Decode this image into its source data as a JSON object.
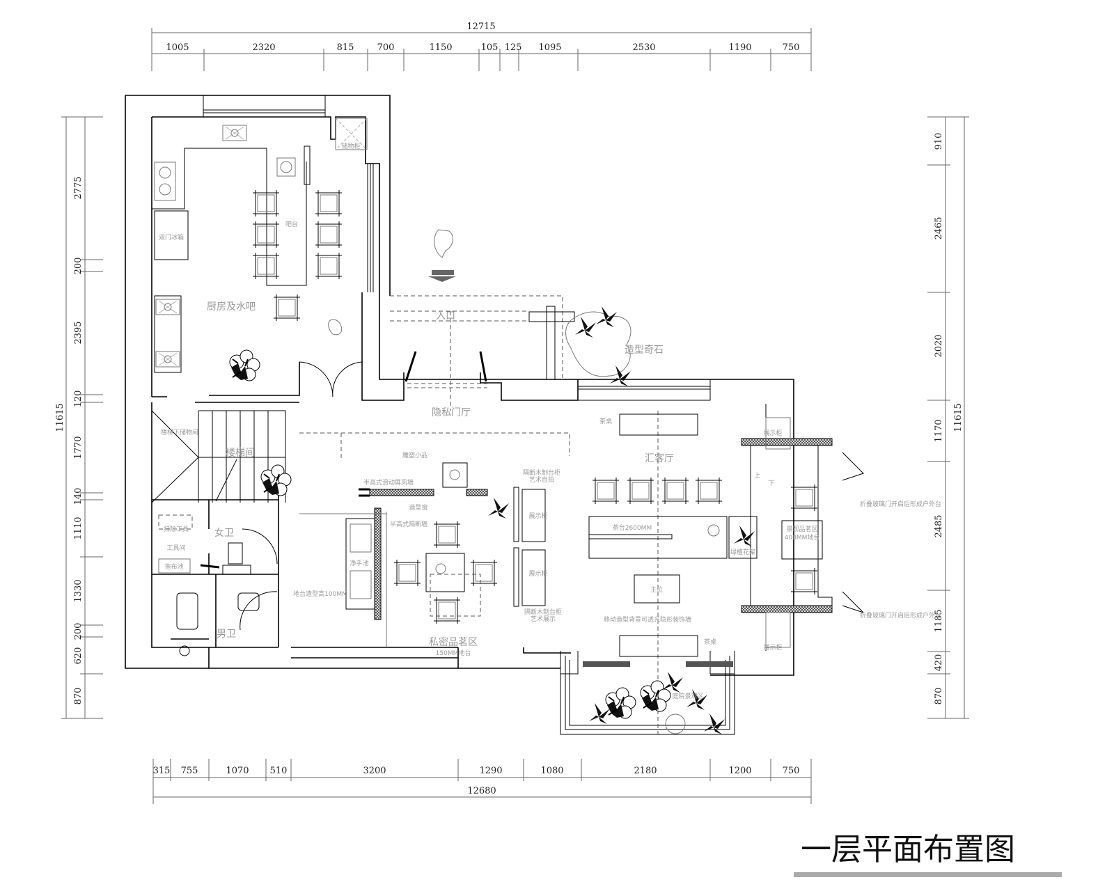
{
  "title": "一层平面布置图",
  "dimensions": {
    "top_total": "12715",
    "top_segments": [
      "1005",
      "2320",
      "815",
      "700",
      "1150",
      "105",
      "125",
      "1095",
      "2530",
      "1190",
      "750"
    ],
    "bottom_total": "12680",
    "bottom_segments": [
      "315",
      "755",
      "1070",
      "510",
      "3200",
      "1290",
      "1080",
      "2180",
      "1200",
      "750"
    ],
    "left_total": "11615",
    "left_segments": [
      "2775",
      "200",
      "2395",
      "120",
      "1770",
      "140",
      "1110",
      "1330",
      "200",
      "620",
      "870"
    ],
    "right_total": "11615",
    "right_segments": [
      "910",
      "2465",
      "2020",
      "1170",
      "2485",
      "1185",
      "420",
      "870"
    ]
  },
  "rooms": {
    "kitchen": "厨房及水吧",
    "bar": "吧台",
    "fridge": "双门冰箱",
    "storage": "储物柜",
    "entrance": "入口",
    "foyer": "隐私门厅",
    "rock": "造型奇石",
    "stair": "楼梯间",
    "under_stair": "楼梯下储物间",
    "sculpture": "雕塑小品",
    "sliding_screen": "半高式滑动屏风墙",
    "window": "造型窗",
    "half_wall": "半高式隔断墙",
    "wash": "净手池",
    "platform_note": "地台造型高100MM",
    "tea_area": "私密品茗区",
    "tea_area_sub": "150MM地台",
    "cabinet_top": "隔断木制台柜",
    "cabinet_top_sub": "艺术自拍",
    "display1": "展示柜",
    "display2": "展示柜",
    "cabinet_bottom": "隔断木制台柜",
    "cabinet_bottom_sub": "艺术展示",
    "women": "女卫",
    "men": "男卫",
    "tools": "扫除工具",
    "tool_room": "工具间",
    "mop_sink": "拖布池",
    "hall": "汇客厅",
    "tea_table_1": "茶桌",
    "tea_table_2": "茶桌",
    "tea_counter": "茶台2600MM",
    "main_seat": "主位",
    "back_wall": "移动造型背景可透光隐形装饰墙",
    "green": "绿植花架",
    "display3": "展示柜",
    "display4": "展示柜",
    "view_area": "景观品茗区",
    "view_area_sub": "400MM地台",
    "fold_door_1": "折叠玻璃门开启后形成户外台",
    "fold_door_2": "折叠玻璃门开启后形成户外台",
    "garden": "庭院景观区",
    "up": "上",
    "down": "下"
  }
}
